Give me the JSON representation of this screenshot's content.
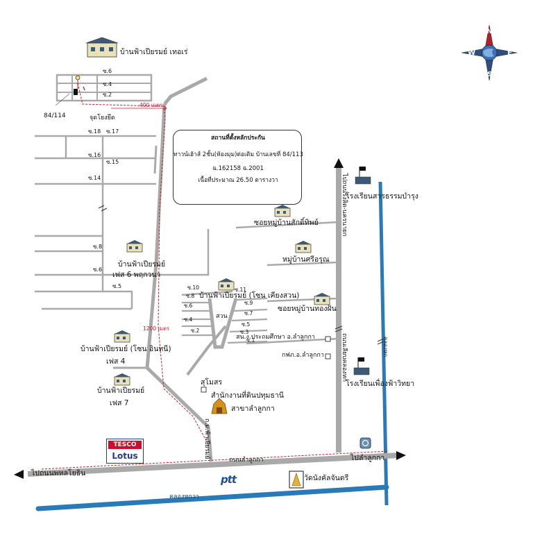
{
  "labels": {
    "phase_terrace": "บ้านฟ้าเปียรมย์ เทอเร่",
    "soi_6_top": "ซ.6",
    "soi_4_top": "ซ.4",
    "soi_2_top": "ซ.2",
    "house_number": "84/114",
    "meeting_point": "จุดโยงยึด",
    "dist_400": "400 เมตร",
    "soi_18": "ซ.18",
    "soi_17": "ซ.17",
    "soi_16": "ซ.16",
    "soi_15": "ซ.15",
    "soi_14": "ซ.14",
    "soi_8_left": "ซ.8",
    "soi_6_left": "ซ.6",
    "soi_5_left": "ซ.5",
    "phase6_line1": "บ้านฟ้าเปียรมย์",
    "phase6_line2": "เฟส 6 พฤกวนา",
    "soi_10": "ซ.10",
    "soi_8_mid": "ซ.8",
    "soi_6_mid": "ซ.6",
    "soi_4_mid": "ซ.4",
    "soi_2_mid": "ซ.2",
    "soi_11": "ซ.11",
    "soi_9": "ซ.9",
    "soi_7": "ซ.7",
    "soi_5_mid": "ซ.5",
    "soi_3": "ซ.3",
    "soi_1": "ซ.1",
    "phase_green": "บ้านฟ้าเปียรมย์ (โซน เคียงสวน)",
    "park": "สวน",
    "dist_1200": "1200 เมตร",
    "phase4_line1": "บ้านฟ้าเปียรมย์ (โซน อินทนี)",
    "phase4_line2": "เฟส 4",
    "phase7_line1": "บ้านฟ้าเปียรมย์",
    "phase7_line2": "เฟส 7",
    "sapumsorn": "สุโมสร",
    "land_office_line1": "สำนักงานที่ดินปทุมธานี",
    "land_office_line2": "สาขาลำลูกกา",
    "road_fahpiarom": "ถ.ม.ฟ้าเปียรมย์",
    "village_saksit": "ซอยหมู่บ้านสักดิ์ทิพย์",
    "village_sri": "หมู่บ้านศรีอรุณ",
    "village_thongfun": "ซอยหมู่บ้านทองฝัน",
    "school_top": "โรงเรียนสารธรรมบำรุง",
    "school_bottom": "โรงเรียนเพื่องฟ้าวิทยา",
    "welfare": "สน.ง.ประถมศึกษา อ.ลำลูกกา",
    "local_office": "กฟภ.อ.ลำลูกกา",
    "road_khlong_ngam": "ถนนเลียบคลองหก",
    "to_ramkhamhaeng": "ไปถนนรังสิต-นครนายก",
    "khlong_lat": "คลองหก",
    "to_lamlukka": "ไปลำลูกกา",
    "to_phahonyothin": "ไปถนนพหลโยธิน",
    "road_lamlukka": "ถนนลำลูกกา",
    "khlong_bottom": "คลองหกวา",
    "temple": "วัดนังคัลจันตรี",
    "ptt": "ptt",
    "tesco_top": "TESCO",
    "tesco_bottom": "Lotus"
  },
  "info_box": {
    "title": "สถานที่ตั้งหลักประกัน",
    "line1": "ทาวน์เฮ้าส์ 2ชั้น(ห้องมุม)ต่อเติม บ้านเลขที่ 84/113",
    "line2": "ฉ.162158 ฉ.2001",
    "line3": "เนื้อที่ประมาณ 26.50 ตารางวา"
  },
  "compass": {
    "n": "N",
    "s": "S",
    "e": "E",
    "w": "W"
  },
  "colors": {
    "road": "#ababab",
    "road_edge": "#8e8e8e",
    "canal": "#2a7ab8",
    "route": "#c0182a",
    "marker": "#7a1020"
  }
}
